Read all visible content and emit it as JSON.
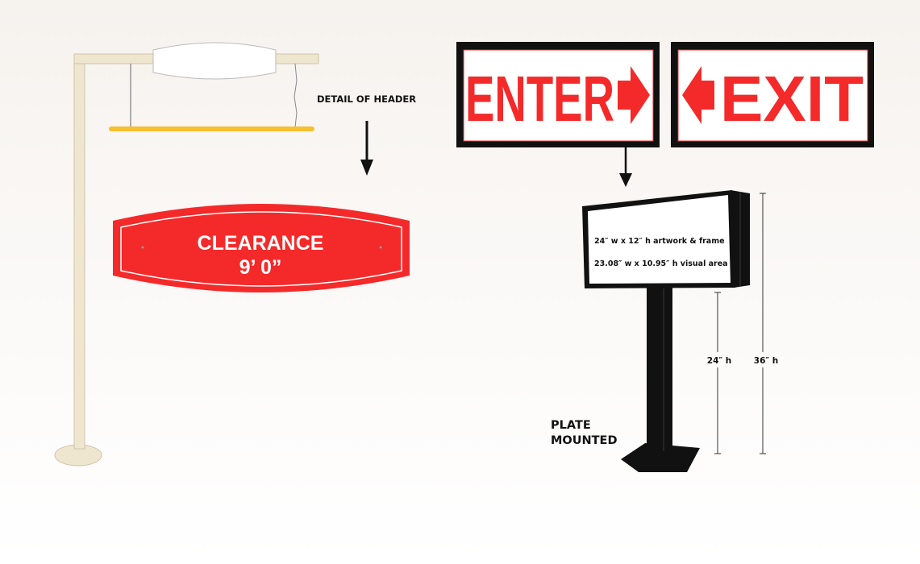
{
  "header_detail_label": "DETAIL OF HEADER",
  "clearance_sign": {
    "line1": "CLEARANCE",
    "line2": "9’ 0”"
  },
  "enter_sign": {
    "text": "ENTER"
  },
  "exit_sign": {
    "text": "EXIT"
  },
  "standing_sign": {
    "spec_line1": "24″ w x 12″ h artwork & frame",
    "spec_line2": "23.08″ w x 10.95″ h visual area",
    "post_height": "24″ h",
    "total_height": "36″ h",
    "mount_line1": "PLATE",
    "mount_line2": "MOUNTED"
  },
  "colors": {
    "red": "#f42a2a",
    "pole": "#efe6cf",
    "yellow": "#f5c02e",
    "black": "#111111"
  }
}
